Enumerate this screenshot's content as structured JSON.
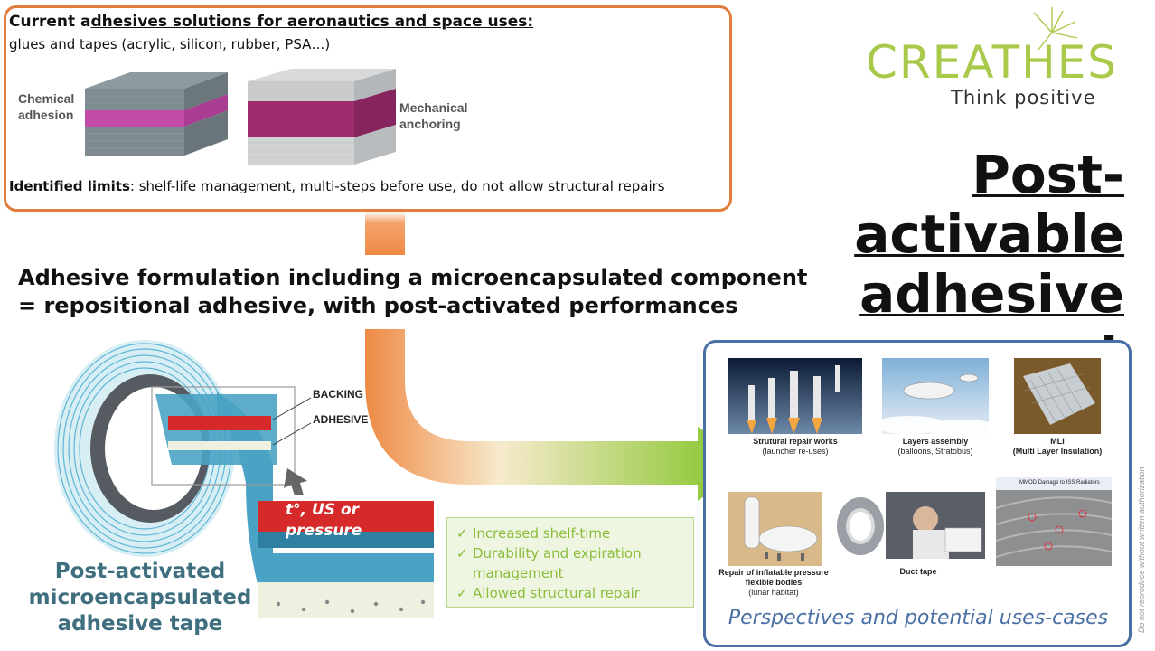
{
  "top_box": {
    "title_prefix": "Current a",
    "title_underlined": "dhesives solutions for aeronautics and space uses:",
    "subtitle": "glues and tapes (acrylic, silicon, rubber, PSA…)",
    "chemical_label": "Chemical adhesion",
    "mechanical_label": "Mechanical anchoring",
    "limits_bold": "Identified limits",
    "limits_text": ": shelf-life management, multi-steps before use, do not allow structural repairs"
  },
  "logo": {
    "word": "CREATHES",
    "tagline": "Think positive",
    "color": "#a9c94a"
  },
  "main_title": {
    "line1": "Post-activable",
    "line2": "adhesive",
    "line3": "concept"
  },
  "statement": {
    "line1": "Adhesive formulation including a microencapsulated component",
    "line2": "= repositional adhesive, with post-activated performances"
  },
  "tape": {
    "backing_label": "BACKING",
    "adhesive_label": "ADHESIVE",
    "activation_line1": "t°, US or",
    "activation_line2": "pressure",
    "caption_line1": "Post-activated",
    "caption_line2": "microencapsulated",
    "caption_line3": "adhesive tape"
  },
  "benefits": {
    "items": [
      "Increased shelf-time",
      "Durability and expiration management",
      "Allowed structural repair"
    ],
    "check": "✓"
  },
  "perspectives": {
    "caption": "Perspectives and potential uses-cases",
    "cases": {
      "repair_title": "Strutural repair works",
      "repair_sub": "(launcher re-uses)",
      "layers_title": "Layers assembly",
      "layers_sub": "(balloons, Stratobus)",
      "mli_title": "MLI",
      "mli_sub": "(Multi Layer Insulation)",
      "inflatable_title": "Repair of inflatable pressure flexible bodies",
      "inflatable_sub": "(lunar habitat)",
      "duct_title": "Duct tape",
      "iss_label": "MMOD Damage to ISS Radiators"
    }
  },
  "side_note": "Do not reproduce without written authorization",
  "colors": {
    "orange": "#e07c3c",
    "blue": "#4a6fa5",
    "green": "#8bbd3b",
    "teal": "#3f6f7f"
  }
}
